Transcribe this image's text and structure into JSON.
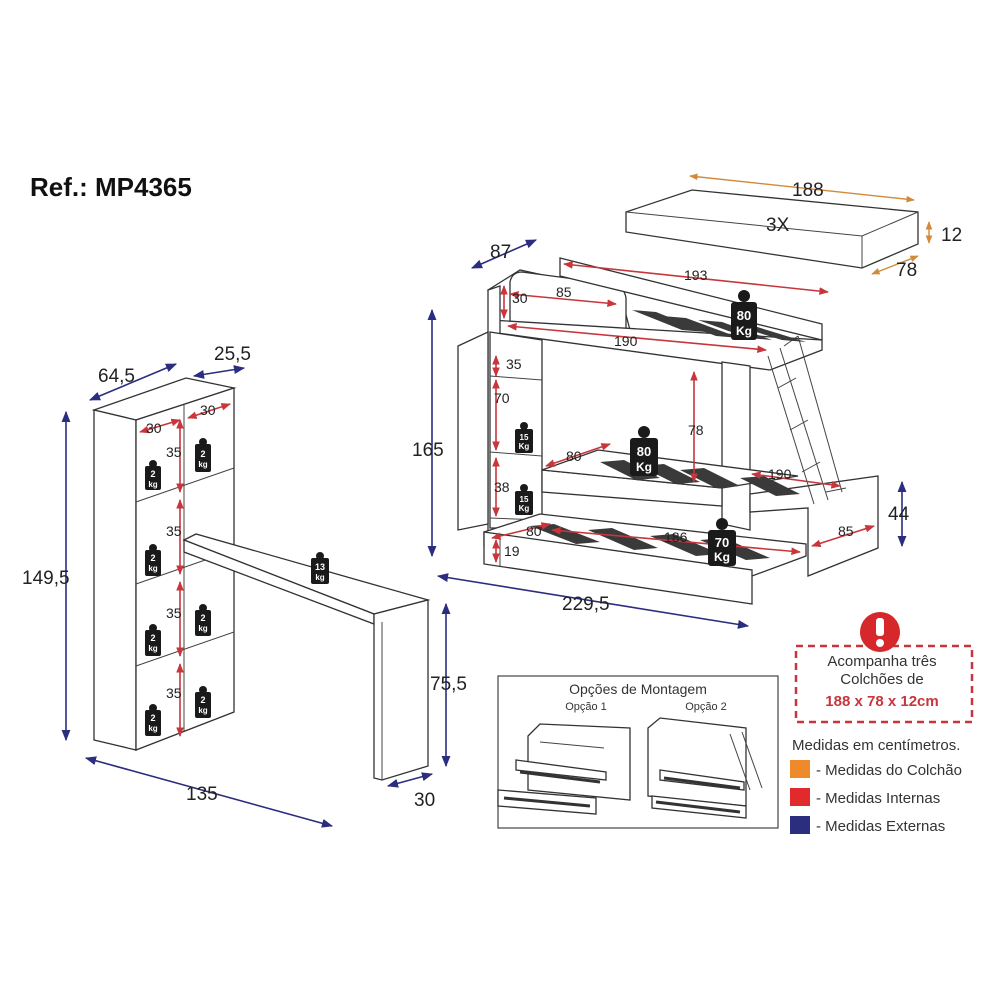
{
  "reference": "Ref.: MP4365",
  "mattress": {
    "length": "188",
    "quantity": "3X",
    "thickness": "12",
    "width": "78"
  },
  "shelf_desk": {
    "height": "149,5",
    "depth": "64,5",
    "shelf_depth": "25,5",
    "total_width": "135",
    "cell_width": "30",
    "cell_height_1": "35",
    "cell_height_2": "35",
    "cell_height_3": "35",
    "cell_height_4": "35",
    "desk_height": "75,5",
    "desk_depth": "30"
  },
  "bunk_bed": {
    "depth": "87",
    "height": "165",
    "length": "229,5",
    "top_length": "193",
    "top_inner": "190",
    "guard_length": "85",
    "guard_height": "30",
    "lower_clearance": "78",
    "lower_inner": "190",
    "lower_step": "80",
    "niche_top": "35",
    "niche_mid": "70",
    "niche_low": "38",
    "trundle_step": "80",
    "trundle_inner": "186",
    "trundle_height": "19",
    "trundle_depth": "85",
    "trundle_total_height": "44"
  },
  "weights": {
    "shelf": "2",
    "shelf_unit": "kg",
    "desk": "13",
    "desk_unit": "kg",
    "niche": "15",
    "niche_unit": "Kg",
    "top_bed": "80",
    "top_bed_unit": "Kg",
    "lower_bed": "80",
    "lower_bed_unit": "Kg",
    "trundle": "70",
    "trundle_unit": "Kg"
  },
  "callout": {
    "line1": "Acompanha três",
    "line2": "Colchões de",
    "line3": "188 x 78 x 12cm"
  },
  "assembly": {
    "title": "Opções de Montagem",
    "option1": "Opção 1",
    "option2": "Opção 2"
  },
  "legend": {
    "title": "Medidas em centímetros.",
    "items": [
      {
        "label": "- Medidas do Colchão",
        "color": "#ee8a2c"
      },
      {
        "label": "- Medidas Internas",
        "color": "#e02a2c"
      },
      {
        "label": "- Medidas Externas",
        "color": "#2b2d7e"
      }
    ]
  },
  "colors": {
    "external": "#2b2d7e",
    "internal": "#c8363c",
    "mattress": "#d08a3a"
  }
}
